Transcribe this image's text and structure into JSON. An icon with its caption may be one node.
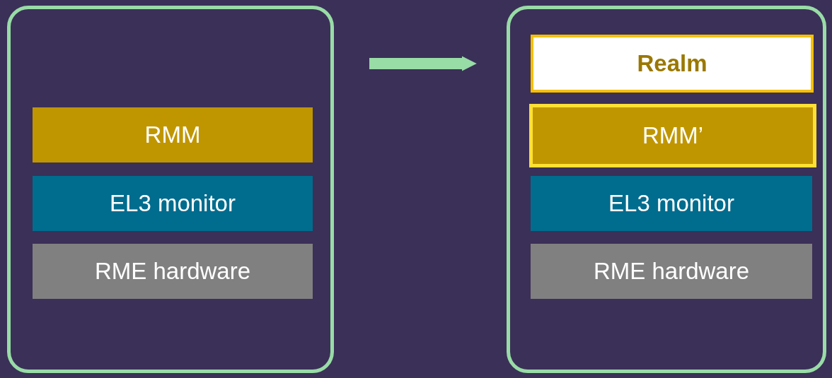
{
  "diagram": {
    "nodes": [
      {
        "text": [],
        "shape": "box"
      },
      {
        "text": [
          "RMM"
        ],
        "in": 0
      },
      {
        "text": [
          "EL3 monitor"
        ],
        "in": 0
      },
      {
        "text": [
          "RME hardware"
        ],
        "in": 0
      },
      {
        "text": [],
        "shape": "box"
      },
      {
        "text": [
          "Realm"
        ],
        "in": 4
      },
      {
        "text": [
          "RMM’"
        ],
        "in": 4
      },
      {
        "text": [
          "EL3 monitor"
        ],
        "in": 4
      },
      {
        "text": [
          "RME hardware"
        ],
        "in": 4
      }
    ],
    "edges": [
      {
        "from": 0,
        "to": 4,
        "arrow": "to"
      }
    ]
  }
}
